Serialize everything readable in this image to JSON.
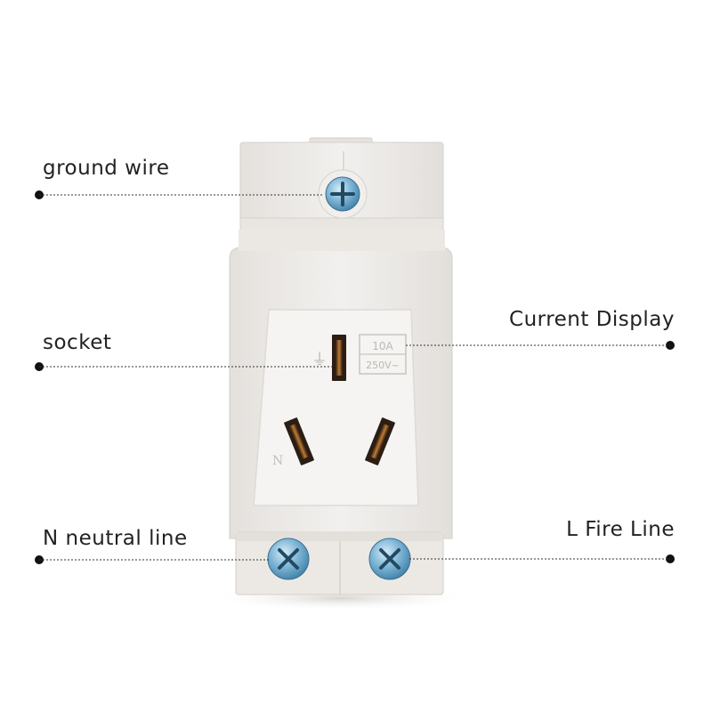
{
  "labels": {
    "ground_wire": "ground wire",
    "socket": "socket",
    "n_neutral_line": "N neutral line",
    "current_display": "Current Display",
    "l_fire_line": "L Fire Line"
  },
  "device": {
    "rating_current": "10A",
    "rating_voltage": "250V~",
    "ground_mark": "⏚",
    "neutral_mark": "N"
  },
  "colors": {
    "background": "#ffffff",
    "body": "#efedeb",
    "body_shadow": "#d9d6d2",
    "socket_face": "#f4f3f1",
    "slot": "#3a2a1e",
    "slot_highlight": "#b8742e",
    "screw": "#6aa9cf",
    "leader_line": "#333333"
  },
  "icons": {
    "screw": "phillips-screw-icon",
    "dot": "leader-dot-icon"
  }
}
